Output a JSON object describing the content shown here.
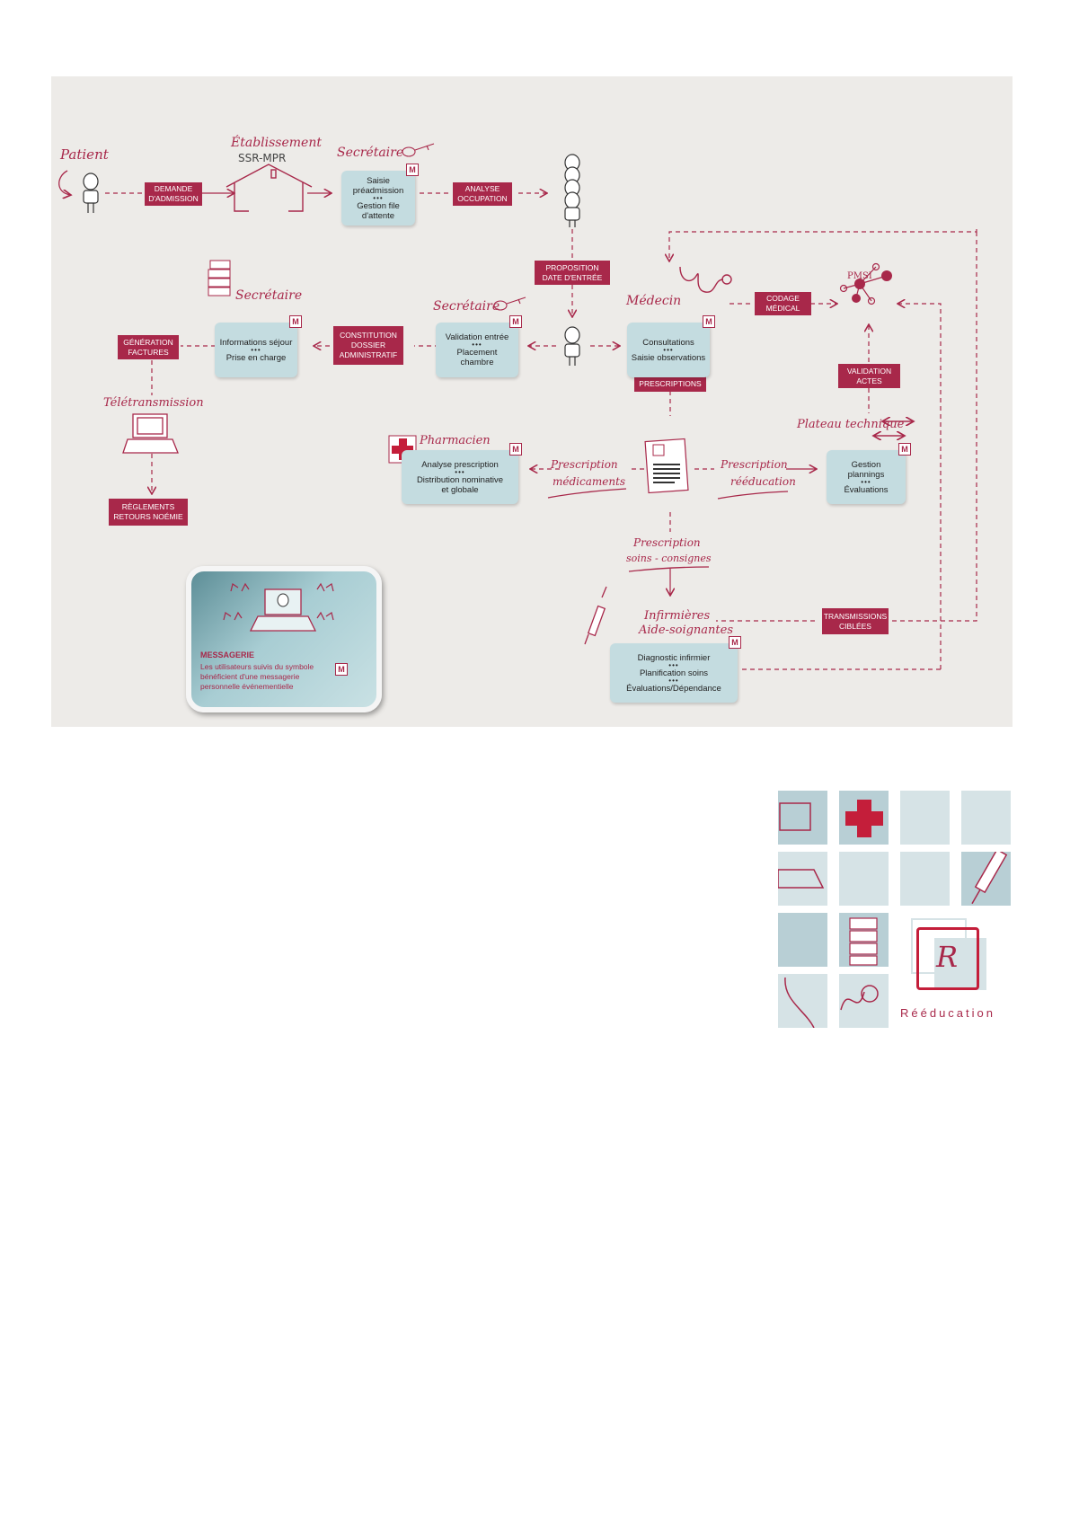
{
  "actors": {
    "patient": "Patient",
    "etablissement": "Établissement",
    "ssr_mpr": "SSR-MPR",
    "secretaire_1": "Secrétaire",
    "secretaire_2": "Secrétaire",
    "secretaire_3": "Secrétaire",
    "medecin": "Médecin",
    "pmsi": "PMSI",
    "teletransmission": "Télétransmission",
    "pharmacien": "Pharmacien",
    "plateau_technique": "Plateau technique",
    "infirmieres": "Infirmières",
    "aide_soignantes": "Aide-soignantes"
  },
  "tags": {
    "demande_admission": "DEMANDE D'ADMISSION",
    "analyse_occupation": "ANALYSE OCCUPATION",
    "proposition_date": "PROPOSITION DATE D'ENTRÉE",
    "codage_medical": "CODAGE MÉDICAL",
    "constitution_dossier": "CONSTITUTION DOSSIER ADMINISTRATIF",
    "generation_factures": "GÉNÉRATION FACTURES",
    "validation_actes": "VALIDATION ACTES",
    "prescriptions": "PRESCRIPTIONS",
    "reglements": "RÈGLEMENTS RETOURS NOÉMIE",
    "transmissions": "TRANSMISSIONS CIBLÉES"
  },
  "boxes": {
    "preadmission": [
      "Saisie préadmission",
      "Gestion file d'attente"
    ],
    "informations": [
      "Informations séjour",
      "Prise en charge"
    ],
    "validation_entree": [
      "Validation entrée",
      "Placement chambre"
    ],
    "consultations": [
      "Consultations",
      "Saisie observations"
    ],
    "pharmacie": [
      "Analyse prescription",
      "Distribution nominative et globale"
    ],
    "plannings": [
      "Gestion plannings",
      "Évaluations"
    ],
    "infirmier": [
      "Diagnostic infirmier",
      "Planification soins",
      "Évaluations/Dépendance"
    ]
  },
  "prescription_labels": {
    "medicaments_1": "Prescription",
    "medicaments_2": "médicaments",
    "reeducation_1": "Prescription",
    "reeducation_2": "rééducation",
    "soins_1": "Prescription",
    "soins_2": "soins - consignes"
  },
  "separator": "•••",
  "module_badge": "M",
  "messagerie": {
    "title": "MESSAGERIE",
    "text": "Les utilisateurs suivis du symbole bénéficient d'une messagerie personnelle événementielle"
  },
  "logo": {
    "letter": "R",
    "label": "Rééducation"
  },
  "colors": {
    "accent": "#a8284a",
    "box": "#c4dce0",
    "background": "#edebe8"
  }
}
